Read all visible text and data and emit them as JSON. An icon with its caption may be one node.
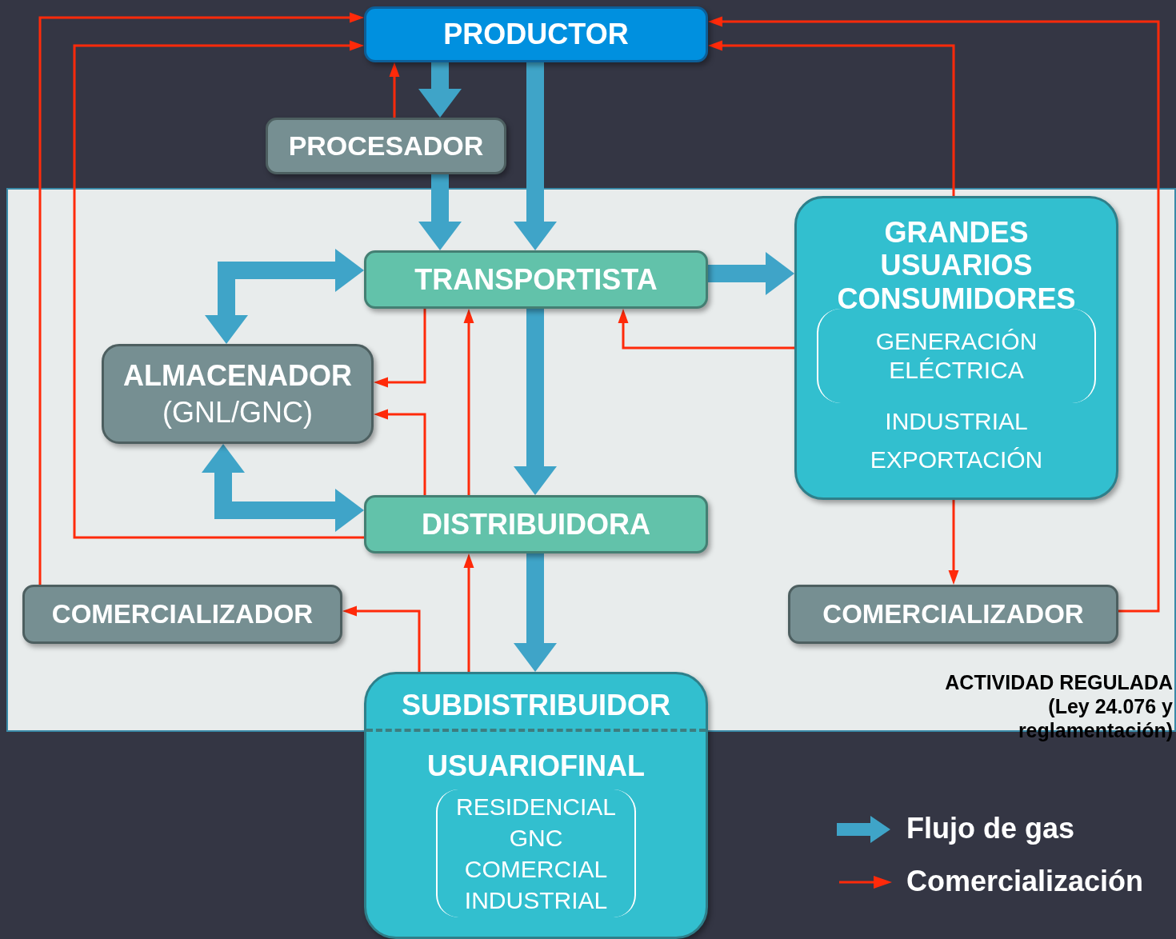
{
  "diagram": {
    "nodes": [
      {
        "text": [
          "PRODUCTOR"
        ]
      },
      {
        "text": [
          "PROCESADOR"
        ]
      },
      {
        "text": [
          "TRANSPORTISTA"
        ]
      },
      {
        "text": [
          "GRANDES USUARIOS CONSUMIDORES",
          "GENERACIÓN ELÉCTRICA",
          "INDUSTRIAL",
          "EXPORTACIÓN"
        ]
      },
      {
        "text": [
          "ALMACENADOR",
          "(GNL/GNC)"
        ]
      },
      {
        "text": [
          "DISTRIBUIDORA"
        ]
      },
      {
        "text": [
          "COMERCIALIZADOR"
        ]
      },
      {
        "text": [
          "COMERCIALIZADOR"
        ]
      },
      {
        "text": [
          "SUBDISTRIBUIDOR",
          "USUARIOFINAL",
          "RESIDENCIAL GNC COMERCIAL INDUSTRIAL"
        ]
      }
    ],
    "edges": [
      {
        "from": 0,
        "to": 1,
        "arrow": "to",
        "style": "thick",
        "color": "#3fa4c8"
      },
      {
        "from": 1,
        "to": 2,
        "arrow": "to",
        "style": "thick",
        "color": "#3fa4c8"
      },
      {
        "from": 0,
        "to": 2,
        "arrow": "to",
        "style": "thick",
        "color": "#3fa4c8"
      },
      {
        "from": 2,
        "to": 3,
        "arrow": "to",
        "style": "thick",
        "color": "#3fa4c8"
      },
      {
        "from": 2,
        "to": 4,
        "arrow": "both",
        "style": "thick",
        "color": "#3fa4c8"
      },
      {
        "from": 2,
        "to": 5,
        "arrow": "to",
        "style": "thick",
        "color": "#3fa4c8"
      },
      {
        "from": 4,
        "to": 5,
        "arrow": "both",
        "style": "thick",
        "color": "#3fa4c8"
      },
      {
        "from": 5,
        "to": 8,
        "arrow": "to",
        "style": "thick",
        "color": "#3fa4c8"
      },
      {
        "from": 1,
        "to": 0,
        "arrow": "to"
      },
      {
        "from": 6,
        "to": 0,
        "arrow": "to"
      },
      {
        "from": 5,
        "to": 0,
        "arrow": "to"
      },
      {
        "from": 3,
        "to": 0,
        "arrow": "to"
      },
      {
        "from": 7,
        "to": 0,
        "arrow": "to"
      },
      {
        "from": 2,
        "to": 4,
        "arrow": "to"
      },
      {
        "from": 5,
        "to": 4,
        "arrow": "to"
      },
      {
        "from": 5,
        "to": 2,
        "arrow": "to"
      },
      {
        "from": 3,
        "to": 2,
        "arrow": "to"
      },
      {
        "from": 3,
        "to": 7,
        "arrow": "to"
      },
      {
        "from": 8,
        "to": 6,
        "arrow": "to"
      },
      {
        "from": 8,
        "to": 5,
        "arrow": "to"
      }
    ],
    "labels": [
      "ACTIVIDAD REGULADA (Ley 24.076 y reglamentación)"
    ],
    "legend": [
      {
        "text": "Flujo de gas"
      },
      {
        "text": "Comercialización"
      }
    ]
  }
}
